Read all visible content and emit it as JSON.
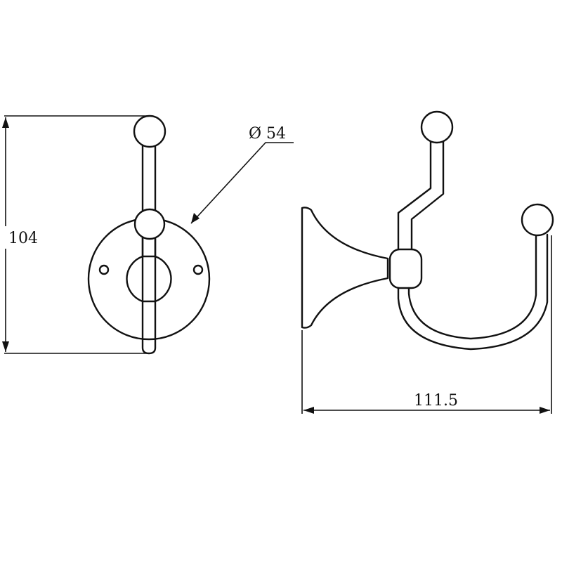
{
  "dimensions": {
    "height": "104",
    "diameter": "Ø 54",
    "width": "111.5"
  }
}
